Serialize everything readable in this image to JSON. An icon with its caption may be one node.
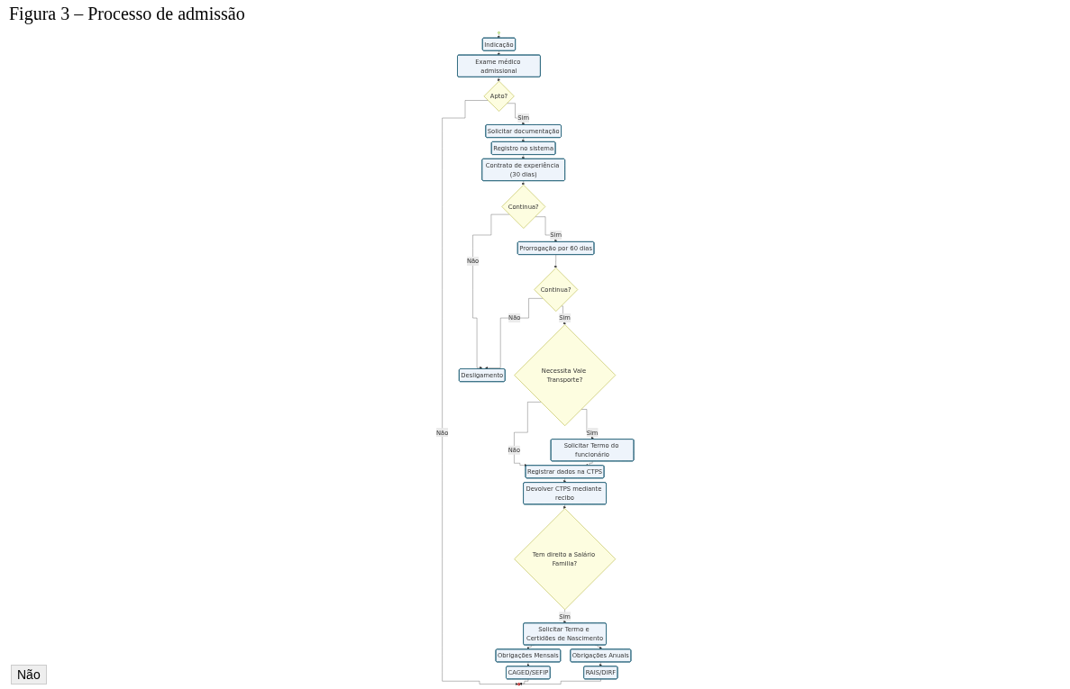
{
  "diagram": {
    "title": "Figura 3 – Processo de admissão",
    "nodes": [
      {
        "text": [],
        "shape": "circle"
      },
      {
        "text": [
          "Indicação"
        ]
      },
      {
        "text": [
          "Exame médico admissional"
        ]
      },
      {
        "text": [
          "Apto?"
        ]
      },
      {
        "text": [
          "Solicitar documentação"
        ]
      },
      {
        "text": [
          "Registro no sistema"
        ]
      },
      {
        "text": [
          "Contrato de experiência (30 dias)"
        ]
      },
      {
        "text": [
          "Continua?"
        ]
      },
      {
        "text": [
          "Prorrogação por 60 dias"
        ]
      },
      {
        "text": [
          "Continua?"
        ]
      },
      {
        "text": [
          "Necessita Vale Transporte?"
        ]
      },
      {
        "text": [
          "Solicitar Termo do funcionário"
        ]
      },
      {
        "text": [
          "Registrar dados na CTPS"
        ]
      },
      {
        "text": [
          "Devolver CTPS mediante recibo"
        ]
      },
      {
        "text": [
          "Desligamento"
        ]
      },
      {
        "text": [
          "Tem direito a Salário Familia?"
        ]
      },
      {
        "text": [
          "Solicitar Termo e Certidões de Nascimento"
        ]
      },
      {
        "text": [
          "Obrigações Mensais"
        ]
      },
      {
        "text": [
          "Obrigações Anuais"
        ]
      },
      {
        "text": [
          "CAGED/SEFIP"
        ]
      },
      {
        "text": [
          "RAIS/DIRF"
        ]
      },
      {
        "text": [],
        "shape": "circle"
      }
    ],
    "edges": [
      {
        "from": 0,
        "to": 1,
        "arrow": "to"
      },
      {
        "from": 1,
        "to": 2,
        "arrow": "to"
      },
      {
        "from": 2,
        "to": 3,
        "arrow": "to"
      },
      {
        "from": 3,
        "to": 4,
        "arrow": "to",
        "label": "Sim"
      },
      {
        "from": 3,
        "to": 21,
        "arrow": "to",
        "label": "Não"
      },
      {
        "from": 4,
        "to": 5,
        "arrow": "to"
      },
      {
        "from": 5,
        "to": 6,
        "arrow": "to"
      },
      {
        "from": 6,
        "to": 7,
        "arrow": "to"
      },
      {
        "from": 7,
        "to": 8,
        "arrow": "to",
        "label": "Sim"
      },
      {
        "from": 7,
        "to": 14,
        "arrow": "to",
        "label": "Não"
      },
      {
        "from": 8,
        "to": 9,
        "arrow": "to"
      },
      {
        "from": 9,
        "to": 10,
        "arrow": "to",
        "label": "Sim"
      },
      {
        "from": 9,
        "to": 14,
        "arrow": "to",
        "label": "Não"
      },
      {
        "from": 10,
        "to": 11,
        "arrow": "to",
        "label": "Sim"
      },
      {
        "from": 10,
        "to": 12,
        "arrow": "to",
        "label": "Não"
      },
      {
        "from": 11,
        "to": 12,
        "arrow": "to"
      },
      {
        "from": 12,
        "to": 13,
        "arrow": "to"
      },
      {
        "from": 13,
        "to": 15,
        "arrow": "to"
      },
      {
        "from": 15,
        "to": 16,
        "arrow": "to",
        "label": "Sim"
      },
      {
        "from": 16,
        "to": 17,
        "arrow": "to"
      },
      {
        "from": 16,
        "to": 18,
        "arrow": "to"
      },
      {
        "from": 17,
        "to": 19,
        "arrow": "to"
      },
      {
        "from": 18,
        "to": 20,
        "arrow": "to"
      },
      {
        "from": 19,
        "to": 21,
        "arrow": "to"
      },
      {
        "from": 20,
        "to": 21,
        "arrow": "to"
      }
    ],
    "labels": [
      "Não"
    ]
  }
}
